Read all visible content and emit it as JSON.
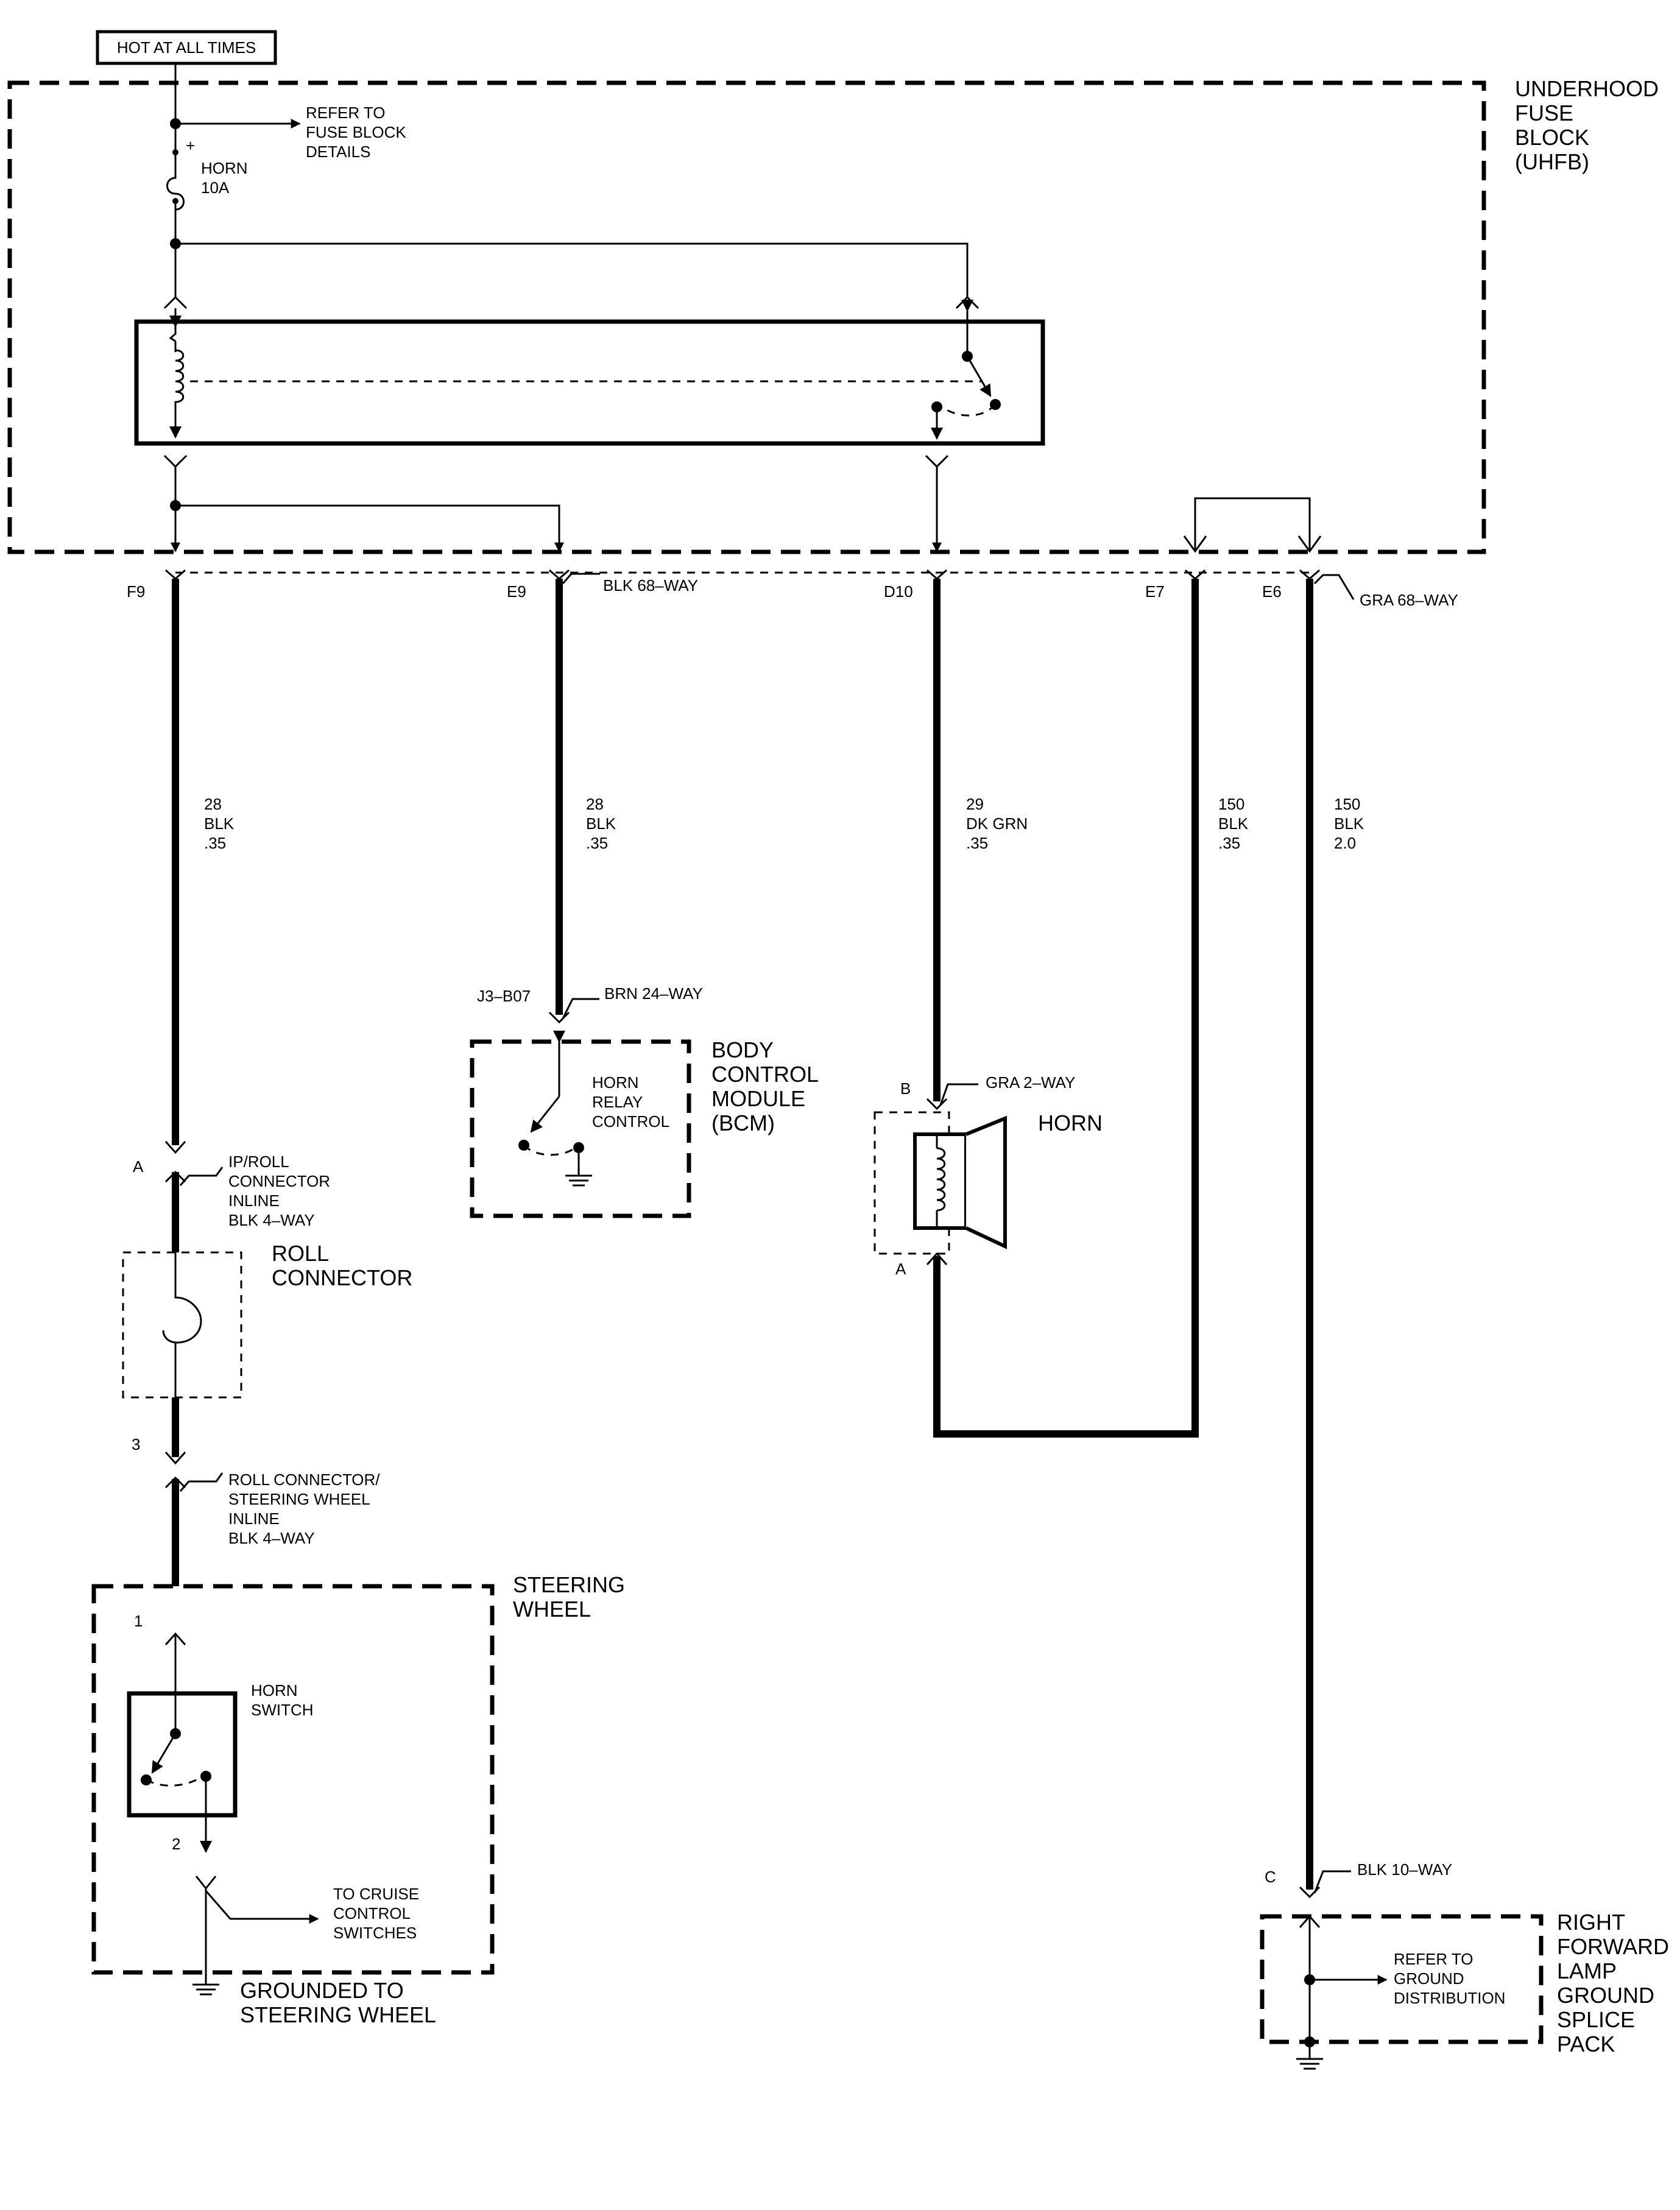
{
  "power_label": "HOT AT ALL TIMES",
  "uhfb": {
    "label": [
      "UNDERHOOD",
      "FUSE",
      "BLOCK",
      "(UHFB)"
    ]
  },
  "fuse": {
    "name": "HORN",
    "rating": "10A",
    "plus": "+"
  },
  "refer_fuse": [
    "REFER TO",
    "FUSE BLOCK",
    "DETAILS"
  ],
  "pins": {
    "f9": "F9",
    "e9": "E9",
    "d10": "D10",
    "e7": "E7",
    "e6": "E6"
  },
  "connectors": {
    "blk68": "BLK 68–WAY",
    "gra68": "GRA 68–WAY",
    "brn24": "BRN 24–WAY",
    "gra2": "GRA 2–WAY",
    "blk10": "BLK 10–WAY",
    "j3": "J3–B07",
    "horn_b": "B",
    "horn_a": "A",
    "ip_a": "A",
    "roll_3": "3",
    "sw_1": "1",
    "sw_2": "2",
    "c": "C"
  },
  "wires": {
    "w1": [
      "28",
      "BLK",
      ".35"
    ],
    "w2": [
      "28",
      "BLK",
      ".35"
    ],
    "w3": [
      "29",
      "DK GRN",
      ".35"
    ],
    "w4": [
      "150",
      "BLK",
      ".35"
    ],
    "w5": [
      "150",
      "BLK",
      "2.0"
    ]
  },
  "bcm": {
    "label": [
      "BODY",
      "CONTROL",
      "MODULE",
      "(BCM)"
    ],
    "inner": [
      "HORN",
      "RELAY",
      "CONTROL"
    ]
  },
  "horn": {
    "label": "HORN"
  },
  "ip_roll": [
    "IP/ROLL",
    "CONNECTOR",
    "INLINE",
    "BLK 4–WAY"
  ],
  "roll_connector": {
    "label": [
      "ROLL",
      "CONNECTOR"
    ]
  },
  "roll_sw_inline": [
    "ROLL CONNECTOR/",
    "STEERING WHEEL",
    "INLINE",
    "BLK 4–WAY"
  ],
  "steering_wheel": {
    "label": [
      "STEERING",
      "WHEEL"
    ]
  },
  "horn_switch": {
    "label": [
      "HORN",
      "SWITCH"
    ]
  },
  "cruise": [
    "TO CRUISE",
    "CONTROL",
    "SWITCHES"
  ],
  "grounded": [
    "GROUNDED TO",
    "STEERING WHEEL"
  ],
  "splice_pack": {
    "label": [
      "RIGHT",
      "FORWARD",
      "LAMP",
      "GROUND",
      "SPLICE",
      "PACK"
    ]
  },
  "refer_ground": [
    "REFER TO",
    "GROUND",
    "DISTRIBUTION"
  ]
}
